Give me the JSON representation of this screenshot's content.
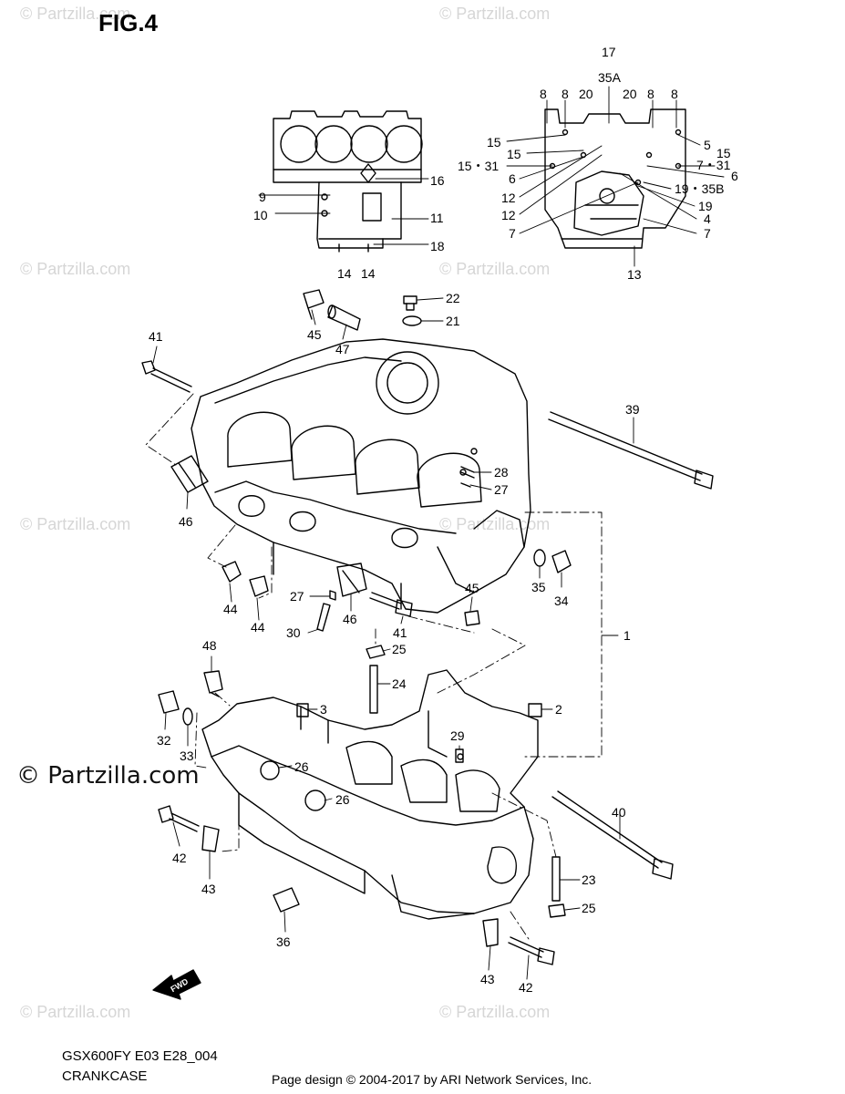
{
  "figure": {
    "title": "FIG.4",
    "model_code": "GSX600FY E03 E28_004",
    "section": "CRANKCASE",
    "credit": "Page design © 2004-2017 by ARI Network Services, Inc.",
    "brand_watermark": "© Partzilla.com",
    "faint_watermark": "© Partzilla.com",
    "forward_arrow_text": "FWD"
  },
  "callouts": {
    "c17": "17",
    "c35A": "35A",
    "c8a": "8",
    "c8b": "8",
    "c20a": "20",
    "c20b": "20",
    "c8c": "8",
    "c8d": "8",
    "c15a": "15",
    "c15b": "15",
    "c15_31a": "15・31",
    "c6a": "6",
    "c12a": "12",
    "c12b": "12",
    "c7a": "7",
    "c5": "5",
    "c15c": "15",
    "c7_31": "7・31",
    "c6b": "6",
    "c19_35B": "19・35B",
    "c19": "19",
    "c4": "4",
    "c7b": "7",
    "c13": "13",
    "c16": "16",
    "c9": "9",
    "c10": "10",
    "c11": "11",
    "c18": "18",
    "c14a": "14",
    "c14b": "14",
    "c22": "22",
    "c21": "21",
    "c45a": "45",
    "c47": "47",
    "c41a": "41",
    "c39": "39",
    "c28": "28",
    "c27a": "27",
    "c46a": "46",
    "c1": "1",
    "c35": "35",
    "c34": "34",
    "c44a": "44",
    "c44b": "44",
    "c27b": "27",
    "c30": "30",
    "c46b": "46",
    "c41b": "41",
    "c45b": "45",
    "c48": "48",
    "c25a": "25",
    "c24": "24",
    "c3": "3",
    "c2": "2",
    "c32": "32",
    "c33": "33",
    "c29": "29",
    "c26a": "26",
    "c26b": "26",
    "c40": "40",
    "c42a": "42",
    "c43a": "43",
    "c23": "23",
    "c25b": "25",
    "c36": "36",
    "c43b": "43",
    "c42b": "42"
  },
  "colors": {
    "ink": "#000000",
    "watermark": "#d6d6d6",
    "background": "#ffffff"
  }
}
